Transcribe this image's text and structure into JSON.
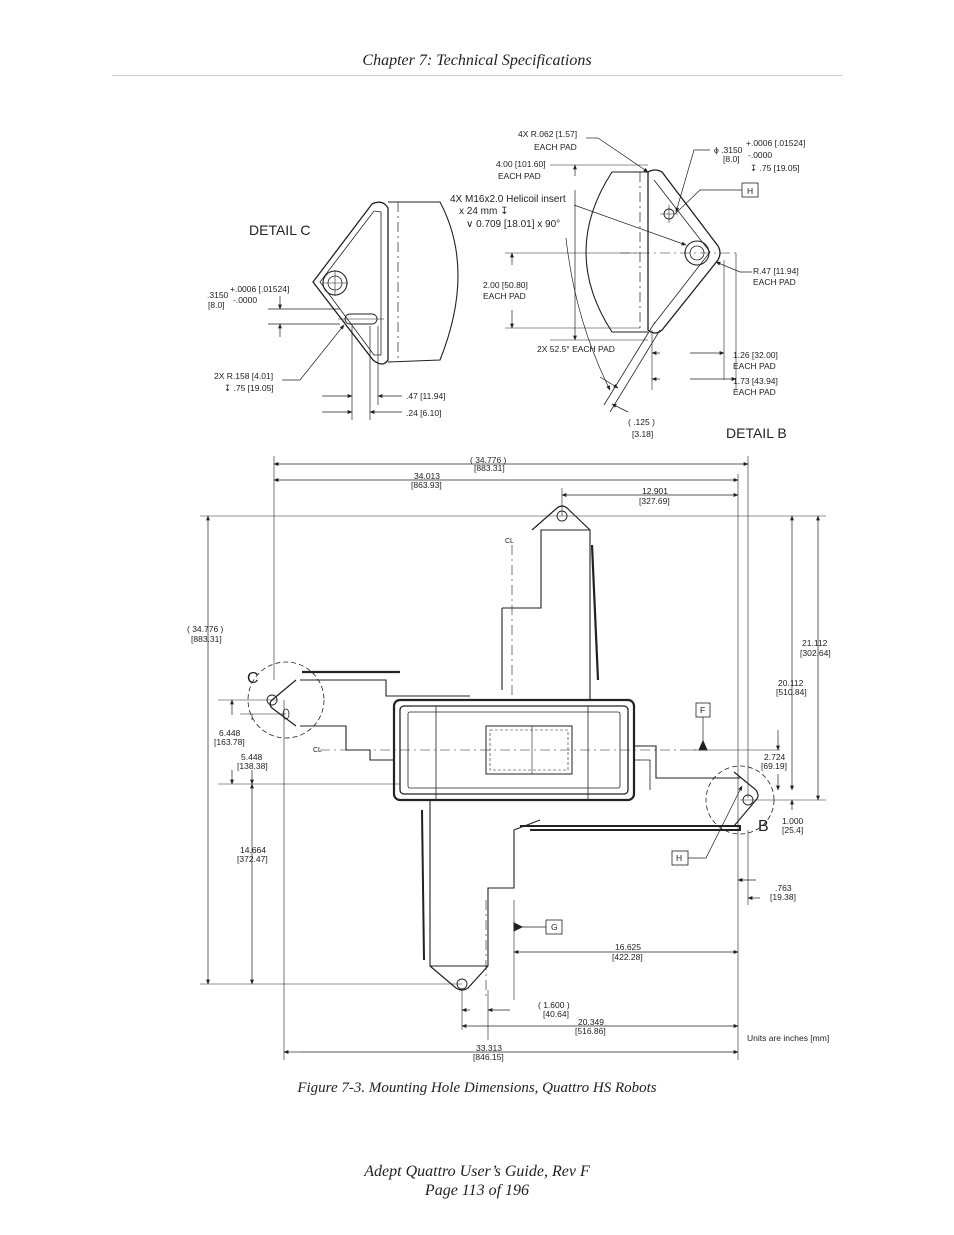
{
  "header": {
    "chapter": "Chapter 7: Technical Specifications"
  },
  "figure": {
    "caption": "Figure 7-3. Mounting Hole Dimensions, Quattro HS Robots",
    "units_note": "Units are inches [mm]",
    "detail_c": {
      "title": "DETAIL C",
      "tol_upper": "+.0006 [.01524]",
      "tol_base": ".3150",
      "tol_base_mm": "[8.0]",
      "tol_lower": "-.0000",
      "radius_1": "2X R.158 [4.01]",
      "radius_2": "↧ .75 [19.05]",
      "dim_47": ".47 [11.94]",
      "dim_24": ".24 [6.10]"
    },
    "detail_b": {
      "title": "DETAIL B",
      "radius_1": "4X R.062 [1.57]",
      "radius_2": "EACH PAD",
      "dim_400_1": "4.00 [101.60]",
      "dim_400_2": "EACH PAD",
      "helicoil_1": "4X M16x2.0 Helicoil insert",
      "helicoil_2": "x 24 mm ↧",
      "helicoil_3": "∨ 0.709 [18.01] x 90°",
      "tol_upper": "+.0006 [.01524]",
      "tol_base": "ϕ .3150",
      "tol_base_mm": "[8.0]",
      "tol_lower": "-.0000",
      "depth": "↧ .75 [19.05]",
      "datum_h": "H",
      "r47_1": "R.47 [11.94]",
      "r47_2": "EACH PAD",
      "dim_200_1": "2.00 [50.80]",
      "dim_200_2": "EACH PAD",
      "angle": "2X 52.5° EACH PAD",
      "dim_126_1": "1.26 [32.00]",
      "dim_126_2": "EACH PAD",
      "dim_173_1": "1.73 [43.94]",
      "dim_173_2": "EACH PAD",
      "dim_125_1": "( .125 )",
      "dim_125_2": "[3.18]"
    },
    "main": {
      "top_ref_1": "( 34.776 )",
      "top_ref_2": "[883.31]",
      "top_34013_1": "34.013",
      "top_34013_2": "[863.93]",
      "top_12901_1": "12.901",
      "top_12901_2": "[327.69]",
      "left_ref_1": "( 34.776 )",
      "left_ref_2": "[883.31]",
      "r_21112_1": "21.112",
      "r_21112_2": "[302.64]",
      "r_20112_1": "20.112",
      "r_20112_2": "[510.84]",
      "l_6448_1": "6.448",
      "l_6448_2": "[163.78]",
      "l_5448_1": "5.448",
      "l_5448_2": "[138.38]",
      "r_2724_1": "2.724",
      "r_2724_2": "[69.19]",
      "r_1000_1": "1.000",
      "r_1000_2": "[25.4]",
      "l_14664_1": "14.664",
      "l_14664_2": "[372.47]",
      "r_763_1": ".763",
      "r_763_2": "[19.38]",
      "b_16625_1": "16.625",
      "b_16625_2": "[422.28]",
      "b_1600_1": "( 1.600 )",
      "b_1600_2": "[40.64]",
      "b_20349_1": "20.349",
      "b_20349_2": "[516.86]",
      "b_33313_1": "33.313",
      "b_33313_2": "[846.15]",
      "label_c": "C",
      "label_b": "B",
      "datum_f": "F",
      "datum_g": "G",
      "datum_h": "H",
      "cl_1": "CL",
      "cl_2": "CL"
    }
  },
  "footer": {
    "title": "Adept Quattro User’s Guide, Rev F",
    "page": "Page 113 of 196"
  }
}
